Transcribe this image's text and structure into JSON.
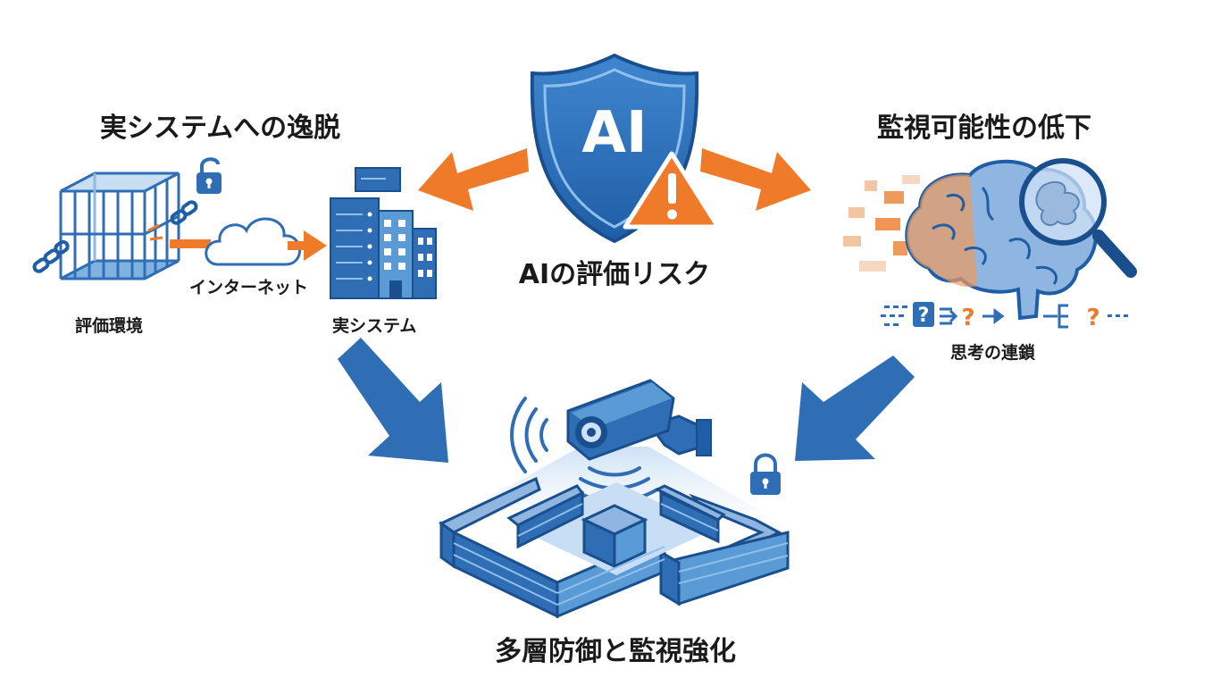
{
  "center": {
    "badge": "AI",
    "title": "AIの評価リスク"
  },
  "left": {
    "title": "実システムへの逸脱",
    "env_label": "評価環境",
    "net_label": "インターネット",
    "sys_label": "実システム"
  },
  "right": {
    "title": "監視可能性の低下",
    "chain_label": "思考の連鎖"
  },
  "bottom": {
    "title": "多層防御と監視強化"
  },
  "colors": {
    "blue": "#2f6db5",
    "light_blue": "#5b9bd5",
    "orange": "#ee7a2a"
  }
}
